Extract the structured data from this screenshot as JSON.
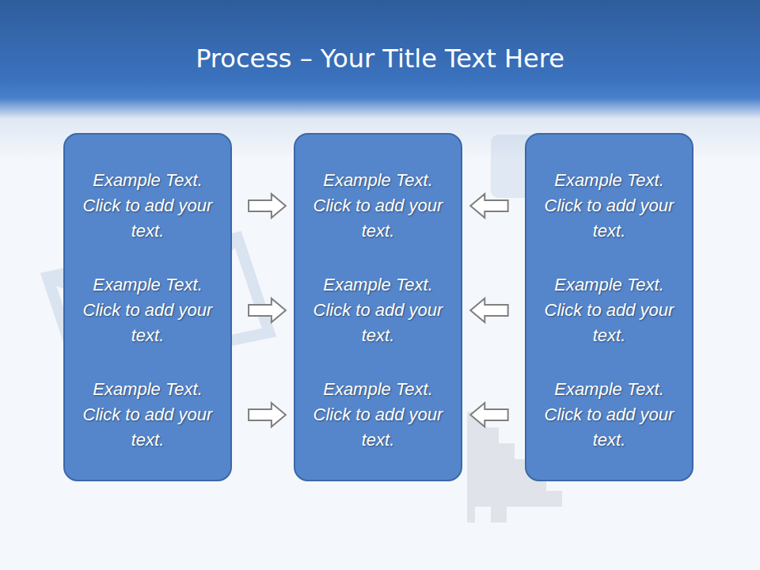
{
  "diagram": {
    "title": "Process – Your Title Text Here",
    "nodes": [
      {
        "text": [
          "Example Text. Click  to add your text.",
          "Example Text. Click  to add your text.",
          "Example Text. Click  to add your text."
        ]
      },
      {
        "text": [
          "Example Text. Click  to add your text.",
          "Example Text. Click  to add your text.",
          "Example Text. Click  to add your text."
        ]
      },
      {
        "text": [
          "Example Text. Click  to add your text.",
          "Example Text. Click  to add your text.",
          "Example Text. Click  to add your text."
        ]
      }
    ],
    "edges": [
      {
        "from": 0,
        "to": 1,
        "arrow": "to"
      },
      {
        "from": 0,
        "to": 1,
        "arrow": "to"
      },
      {
        "from": 0,
        "to": 1,
        "arrow": "to"
      },
      {
        "from": 2,
        "to": 1,
        "arrow": "to"
      },
      {
        "from": 2,
        "to": 1,
        "arrow": "to"
      },
      {
        "from": 2,
        "to": 1,
        "arrow": "to"
      }
    ]
  }
}
